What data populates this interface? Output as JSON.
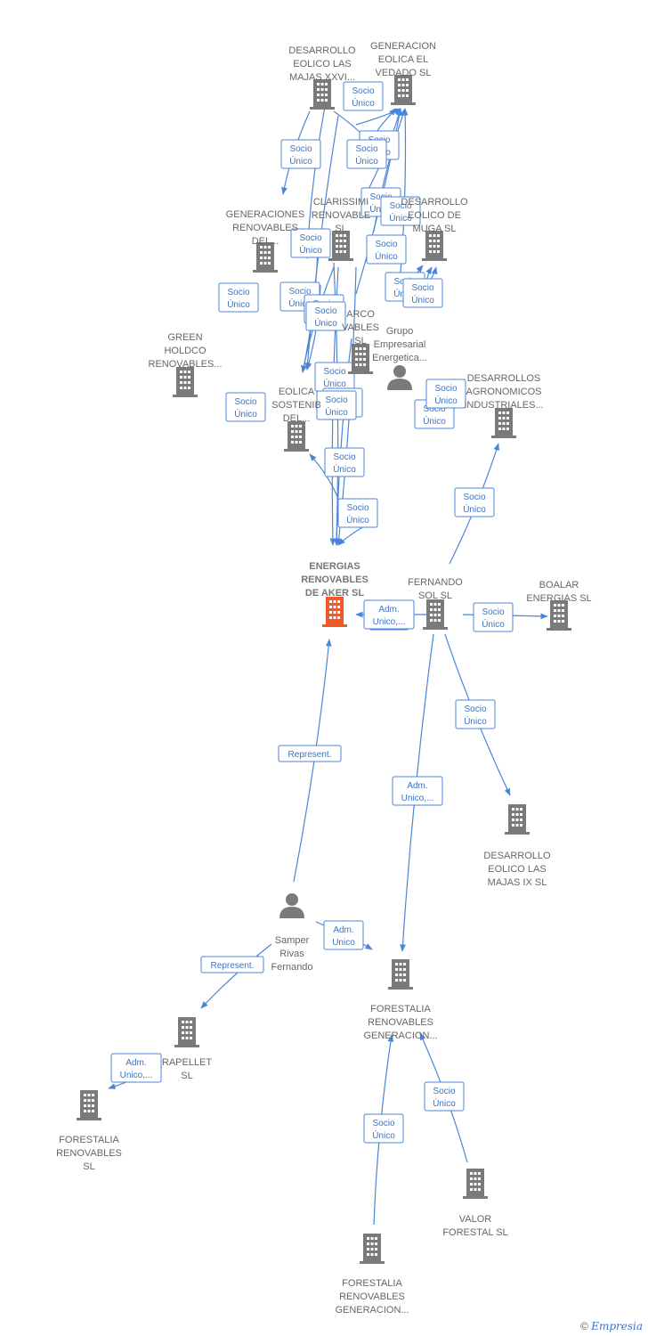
{
  "colors": {
    "edge": "#4a86d8",
    "company": "#7a7a7a",
    "main_company": "#f05a28",
    "person": "#7a7a7a"
  },
  "nodes": [
    {
      "id": "eolico_xxvi",
      "type": "company",
      "lines": [
        "DESARROLLO",
        "EOLICO LAS",
        "MAJAS XXVI..."
      ]
    },
    {
      "id": "vedado",
      "type": "company",
      "lines": [
        "GENERACION",
        "EOLICA EL",
        "VEDADO SL"
      ]
    },
    {
      "id": "generaciones",
      "type": "company",
      "lines": [
        "GENERACIONES",
        "RENOVABLES",
        "DEL..."
      ]
    },
    {
      "id": "clarissima",
      "type": "company",
      "lines": [
        "CLARISSIMI",
        "RENOVABLE",
        "SL"
      ]
    },
    {
      "id": "muga",
      "type": "company",
      "lines": [
        "DESARROLLO",
        "EOLICO DE",
        "MUGA SL"
      ]
    },
    {
      "id": "green",
      "type": "company",
      "lines": [
        "GREEN",
        "HOLDCO",
        "RENOVABLES..."
      ]
    },
    {
      "id": "parco",
      "type": "company",
      "lines": [
        "ARCO",
        "VABLES",
        "SL"
      ]
    },
    {
      "id": "grupo",
      "type": "person",
      "lines": [
        "Grupo",
        "Empresarial",
        "Energetica..."
      ]
    },
    {
      "id": "eolica_sost",
      "type": "company",
      "lines": [
        "EOLICA",
        "SOSTENIB",
        "DEL..."
      ]
    },
    {
      "id": "agronomicos",
      "type": "company",
      "lines": [
        "DESARROLLOS",
        "AGRONOMICOS",
        "INDUSTRIALES..."
      ]
    },
    {
      "id": "aker",
      "type": "main",
      "lines": [
        "ENERGIAS",
        "RENOVABLES",
        "DE AKER  SL"
      ]
    },
    {
      "id": "fernando",
      "type": "company",
      "lines": [
        "FERNANDO",
        "SOL SL"
      ]
    },
    {
      "id": "boalar",
      "type": "company",
      "lines": [
        "BOALAR",
        "ENERGIAS  SL"
      ]
    },
    {
      "id": "majas_ix",
      "type": "company",
      "lines": [
        "DESARROLLO",
        "EOLICO LAS",
        "MAJAS IX  SL"
      ]
    },
    {
      "id": "samper",
      "type": "person",
      "lines": [
        "Samper",
        "Rivas",
        "Fernando"
      ]
    },
    {
      "id": "forestalia_gen",
      "type": "company",
      "lines": [
        "FORESTALIA",
        "RENOVABLES",
        "GENERACION..."
      ]
    },
    {
      "id": "rapellet",
      "type": "company",
      "lines": [
        "RAPELLET",
        "SL"
      ]
    },
    {
      "id": "forestalia_ren",
      "type": "company",
      "lines": [
        "FORESTALIA",
        "RENOVABLES",
        "SL"
      ]
    },
    {
      "id": "valor",
      "type": "company",
      "lines": [
        "VALOR",
        "FORESTAL SL"
      ]
    },
    {
      "id": "forestalia_gen2",
      "type": "company",
      "lines": [
        "FORESTALIA",
        "RENOVABLES",
        "GENERACION..."
      ]
    }
  ],
  "edge_labels": [
    [
      "Socio",
      "Único"
    ],
    [
      "Socio",
      "Único"
    ],
    [
      "Socio",
      "Único"
    ],
    [
      "Socio",
      "Único"
    ],
    [
      "Socio",
      "Único"
    ],
    [
      "Socio",
      "Único"
    ],
    [
      "Socio",
      "Único"
    ],
    [
      "Socio",
      "Único"
    ],
    [
      "Socio",
      "Único"
    ],
    [
      "Socio",
      "Único"
    ],
    [
      "Socio",
      "Único"
    ],
    [
      "Socio",
      "Único"
    ],
    [
      "Socio",
      "Único"
    ],
    [
      "Socio",
      "Único"
    ],
    [
      "Socio",
      "Único"
    ],
    [
      "Socio",
      "Único"
    ],
    [
      "Socio",
      "Único"
    ],
    [
      "Socio",
      "Único"
    ],
    [
      "Socio",
      "Único"
    ],
    [
      "Socio",
      "Único"
    ],
    [
      "Socio",
      "Único"
    ],
    [
      "Socio",
      "Único"
    ],
    [
      "Socio",
      "Único"
    ],
    [
      "Socio",
      "Único"
    ],
    [
      "Adm.",
      "Unico,..."
    ],
    [
      "Socio",
      "Único"
    ],
    [
      "Socio",
      "Único"
    ],
    [
      "Represent."
    ],
    [
      "Adm.",
      "Unico,..."
    ],
    [
      "Adm.",
      "Unico"
    ],
    [
      "Represent."
    ],
    [
      "Adm.",
      "Unico,..."
    ],
    [
      "Socio",
      "Único"
    ],
    [
      "Socio",
      "Único"
    ]
  ],
  "credit": {
    "symbol": "©",
    "brand": "Empresia"
  }
}
